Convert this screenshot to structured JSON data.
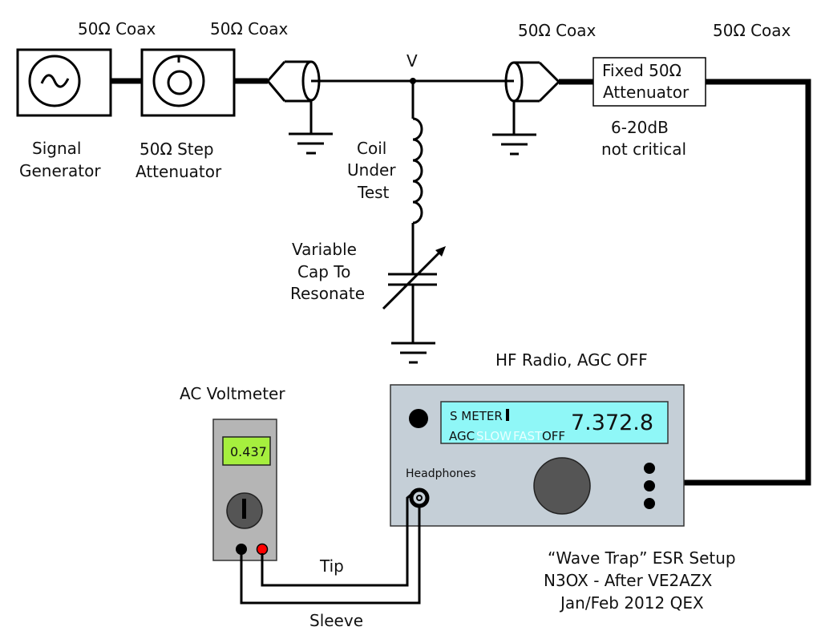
{
  "title": "“Wave Trap” ESR Setup",
  "credits": {
    "line1": "“Wave Trap” ESR Setup",
    "line2": "N3OX - After VE2AZX",
    "line3": "Jan/Feb 2012 QEX"
  },
  "coax_labels": [
    "50Ω Coax",
    "50Ω Coax",
    "50Ω Coax",
    "50Ω Coax"
  ],
  "signal_generator": {
    "label_line1": "Signal",
    "label_line2": "Generator",
    "icon": "sine-wave-icon"
  },
  "step_attenuator": {
    "label_line1": "50Ω Step",
    "label_line2": "Attenuator",
    "icon": "rotary-knob-icon"
  },
  "node_label": "V",
  "coil": {
    "label_line1": "Coil",
    "label_line2": "Under",
    "label_line3": "Test"
  },
  "variable_cap": {
    "label_line1": "Variable",
    "label_line2": "Cap To",
    "label_line3": "Resonate"
  },
  "fixed_attenuator": {
    "label_line1": "Fixed 50Ω",
    "label_line2": "Attenuator",
    "note_line1": "6-20dB",
    "note_line2": "not critical"
  },
  "radio": {
    "title": "HF Radio, AGC OFF",
    "s_meter_label": "S METER",
    "agc_label": "AGC",
    "agc_options": [
      "SLOW",
      "FAST",
      "OFF"
    ],
    "agc_selected": "OFF",
    "frequency": "7.372.8",
    "headphones_label": "Headphones",
    "display_color": "#8ff7f7",
    "panel_color": "#c5cfd7"
  },
  "voltmeter": {
    "title": "AC Voltmeter",
    "reading": "0.437",
    "lcd_color": "#a6ef3e",
    "body_color": "#b5b5b5"
  },
  "wires": {
    "tip_label": "Tip",
    "sleeve_label": "Sleeve"
  },
  "colors": {
    "line": "#000000",
    "knob": "#555555",
    "red_terminal": "#ff0000",
    "agc_inactive": "#e8ffff"
  }
}
